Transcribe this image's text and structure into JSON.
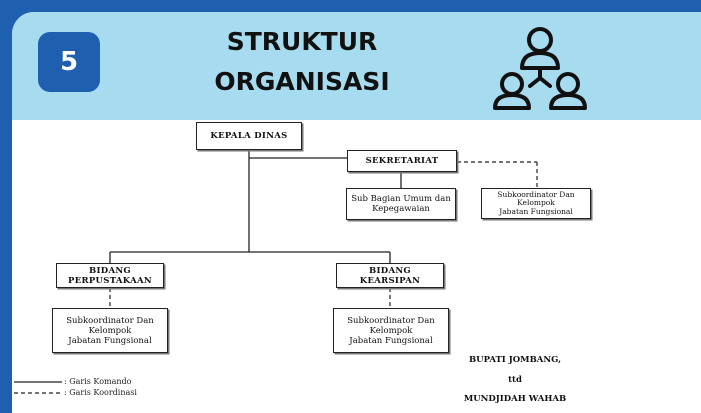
{
  "header": {
    "number": "5",
    "title_line1": "STRUKTUR",
    "title_line2": "ORGANISASI",
    "icon": "people-hierarchy-icon"
  },
  "org": {
    "kepala": "KEPALA DINAS",
    "sekretariat": "SEKRETARIAT",
    "subbag_line1": "Sub Bagian Umum dan",
    "subbag_line2": "Kepegawaian",
    "subko_sek_line1": "Subkoordinator Dan",
    "subko_sek_line2": "Kelompok",
    "subko_sek_line3": "Jabatan Fungsional",
    "bidang1_line1": "BIDANG",
    "bidang1_line2": "PERPUSTAKAAN",
    "bidang2_line1": "BIDANG",
    "bidang2_line2": "KEARSIPAN",
    "subko1_line1": "Subkoordinator Dan",
    "subko1_line2": "Kelompok",
    "subko1_line3": "Jabatan Fungsional",
    "subko2_line1": "Subkoordinator Dan",
    "subko2_line2": "Kelompok",
    "subko2_line3": "Jabatan Fungsional"
  },
  "legend": {
    "komando": ": Garis Komando",
    "koordinasi": ": Garis Koordinasi"
  },
  "signature": {
    "title": "BUPATI JOMBANG,",
    "ttd": "ttd",
    "name": "MUNDJIDAH WAHAB"
  },
  "colors": {
    "frame_blue": "#1f5fb0",
    "header_light_blue": "#a7dcf0"
  }
}
